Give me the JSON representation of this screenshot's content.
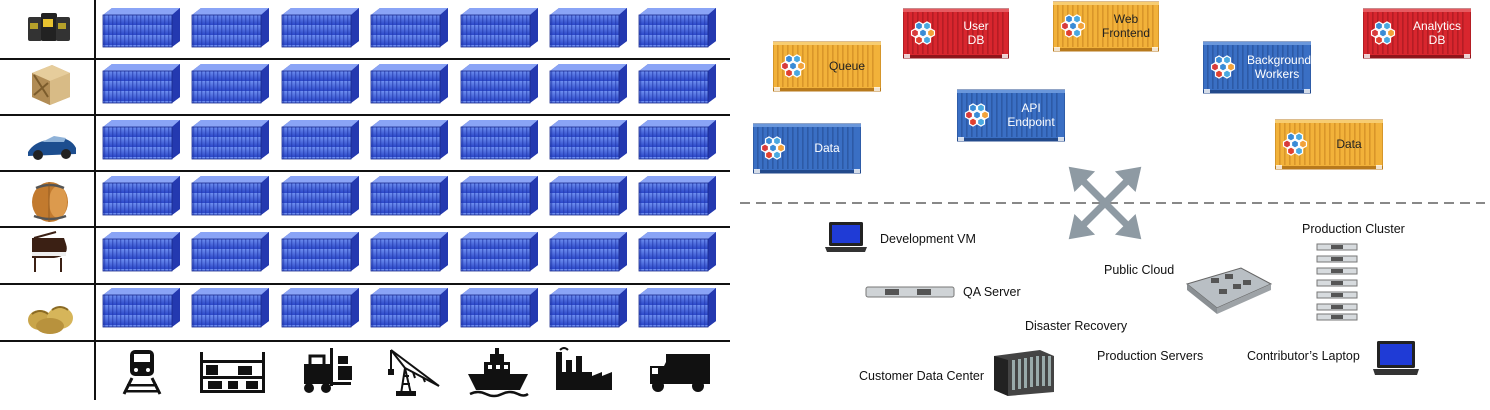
{
  "containers": [
    {
      "id": "queue",
      "lines": [
        "Queue"
      ],
      "color": "yellow"
    },
    {
      "id": "user-db",
      "lines": [
        "User",
        "DB"
      ],
      "color": "red"
    },
    {
      "id": "web-frontend",
      "lines": [
        "Web",
        "Frontend"
      ],
      "color": "yellow"
    },
    {
      "id": "background-workers",
      "lines": [
        "Background",
        "Workers"
      ],
      "color": "blue"
    },
    {
      "id": "analytics-db",
      "lines": [
        "Analytics",
        "DB"
      ],
      "color": "red"
    },
    {
      "id": "api-endpoint",
      "lines": [
        "API",
        "Endpoint"
      ],
      "color": "blue"
    },
    {
      "id": "data-left",
      "lines": [
        "Data"
      ],
      "color": "blue"
    },
    {
      "id": "data-right",
      "lines": [
        "Data"
      ],
      "color": "yellow"
    }
  ],
  "environments": [
    {
      "id": "development-vm",
      "text": "Development VM",
      "icon": "laptop-icon"
    },
    {
      "id": "qa-server",
      "text": "QA Server",
      "icon": "rack-server-icon"
    },
    {
      "id": "public-cloud",
      "text": "Public Cloud",
      "icon": "server-board-icon"
    },
    {
      "id": "production-cluster",
      "text": "Production Cluster",
      "icon": "server-stack-icon"
    },
    {
      "id": "disaster-recovery",
      "text": "Disaster Recovery",
      "icon": ""
    },
    {
      "id": "production-servers",
      "text": "Production Servers",
      "icon": ""
    },
    {
      "id": "customer-data-center",
      "text": "Customer Data Center",
      "icon": "blade-server-icon"
    },
    {
      "id": "contributors-laptop",
      "text": "Contributor’s Laptop",
      "icon": "laptop-icon"
    }
  ],
  "matrix": {
    "rows": [
      "oil-barrels-icon",
      "wooden-crate-icon",
      "sports-car-icon",
      "wine-barrel-icon",
      "piano-icon",
      "grain-sacks-icon"
    ],
    "columns": [
      "train-icon",
      "warehouse-shelves-icon",
      "forklift-icon",
      "crane-icon",
      "ship-icon",
      "factory-icon",
      "truck-icon"
    ],
    "cell_icon": "shipping-container-icon"
  },
  "colors": {
    "blue": "#3a6fc4",
    "yellow": "#f2b23a",
    "red": "#d8262e",
    "grid": "#111111",
    "dash": "#888888",
    "arrow": "#8e9aa3"
  }
}
